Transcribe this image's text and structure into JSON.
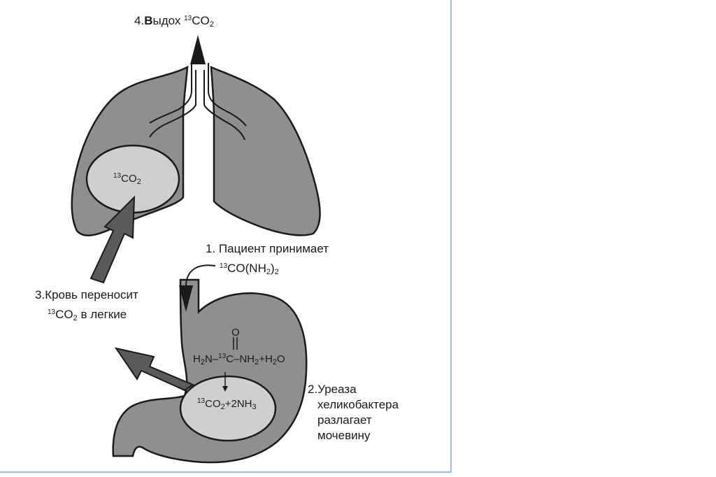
{
  "step4": {
    "num": "4.",
    "first_letter": "В",
    "text": "ыдох ",
    "sup": "13",
    "formula": "CO",
    "sub": "2"
  },
  "lung_bubble": {
    "sup": "13",
    "formula": "CO",
    "sub": "2"
  },
  "step1": {
    "num": "1.",
    "line1": "Пациент принимает",
    "sup": "13",
    "formula": "CO(NH",
    "sub": "2",
    "close": ")",
    "sub2": "2"
  },
  "step3": {
    "num": "3.",
    "line1": "Кровь переносит",
    "sup": "13",
    "formula": "CO",
    "sub": "2",
    "tail": " в легкие"
  },
  "urea": {
    "left": "H",
    "sub_left": "2",
    "n_left": "N–",
    "sup": "13",
    "center": "C–NH",
    "sub_right": "2",
    "right": "+H",
    "sub_h2o": "2",
    "o_end": "O",
    "oxygen": "O"
  },
  "stomach_bubble": {
    "sup": "13",
    "formula": "CO",
    "sub": "2",
    "plus": "+2NH",
    "sub2": "3"
  },
  "step2": {
    "num": "2.",
    "line1": "Уреаза",
    "line2": "хеликобактера",
    "line3": "разлагает",
    "line4": "мочевину"
  },
  "colors": {
    "organ": "#8f8f8f",
    "bubble": "#cfcfcf",
    "arrow": "#5a5a5a",
    "outline": "#1a1a1a",
    "border": "#9cc0ea"
  }
}
